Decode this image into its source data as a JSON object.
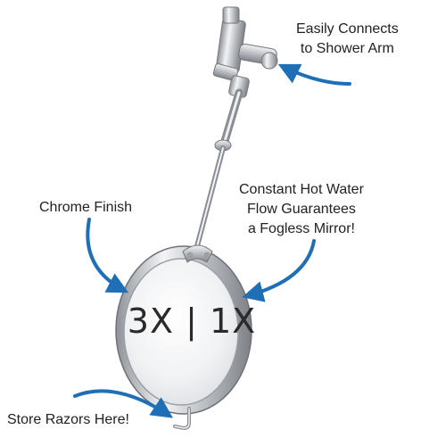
{
  "callouts": {
    "shower_arm": [
      "Easily Connects",
      "to Shower Arm"
    ],
    "chrome": "Chrome Finish",
    "fogless": [
      "Constant Hot Water",
      "Flow Guarantees",
      "a Fogless Mirror!"
    ],
    "razor": "Store Razors Here!"
  },
  "mirror": {
    "magnification": "3X | 1X"
  },
  "colors": {
    "arrow": "#1e6fb6",
    "chrome": "#c9ccd1",
    "text": "#222222"
  }
}
